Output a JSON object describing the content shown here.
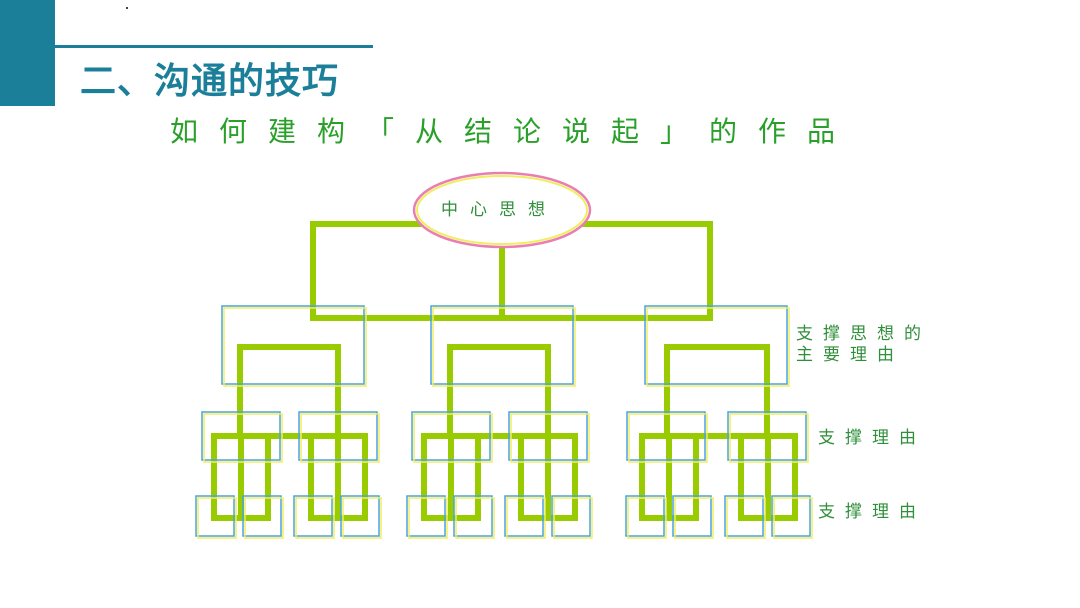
{
  "header": {
    "section_title": "二、沟通的技巧",
    "subtitle": "如何建构「从结论说起」的作品"
  },
  "diagram": {
    "center": "中心思想",
    "level1_label_line1": "支撑思想的",
    "level1_label_line2": "主要理由",
    "level2_label": "支撑理由",
    "level3_label": "支撑理由"
  },
  "colors": {
    "accent": "#1b7f9a",
    "connector": "#99cc00",
    "box_outline_blue": "#4aa3df",
    "box_outline_yellow": "#f0ee60",
    "oval_outline": "#e87fb0",
    "label_text": "#2f8f3a"
  }
}
